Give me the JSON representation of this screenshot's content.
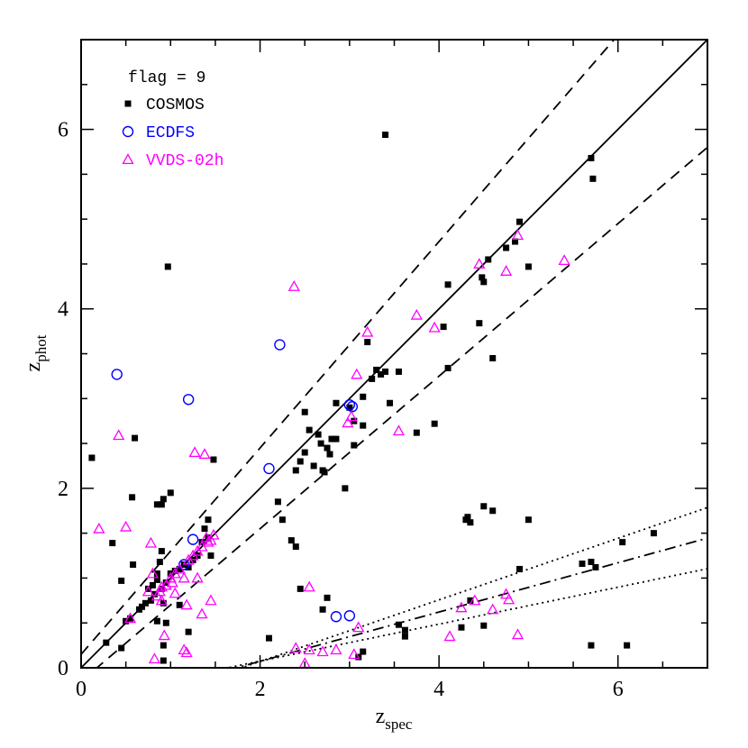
{
  "chart_data": {
    "type": "scatter",
    "xlabel": "z",
    "xlabel_sub": "spec",
    "ylabel": "z",
    "ylabel_sub": "phot",
    "xlim": [
      0,
      7
    ],
    "ylim": [
      0,
      7
    ],
    "xticks": [
      0,
      2,
      4,
      6
    ],
    "yticks": [
      0,
      2,
      4,
      6
    ],
    "grid": false,
    "legend": {
      "title": "flag = 9",
      "placement": "top-left"
    },
    "lines": [
      {
        "style": "solid",
        "slope": 1.0,
        "intercept": 0.0
      },
      {
        "style": "dashed",
        "slope": 1.15,
        "intercept": 0.15
      },
      {
        "style": "dashed",
        "slope": 0.85,
        "intercept": -0.15
      },
      {
        "style": "dash-dot",
        "slope": 0.2745,
        "intercept": -0.4765
      },
      {
        "style": "dotted",
        "slope": 0.3431,
        "intercept": -0.6157
      },
      {
        "style": "dotted",
        "slope": 0.2059,
        "intercept": -0.3373
      }
    ],
    "series": [
      {
        "name": "COSMOS",
        "marker": "filled-square",
        "color": "#000000",
        "points": [
          [
            0.12,
            2.34
          ],
          [
            0.6,
            2.56
          ],
          [
            0.97,
            4.47
          ],
          [
            0.57,
            1.9
          ],
          [
            0.85,
            1.82
          ],
          [
            0.9,
            1.82
          ],
          [
            0.92,
            1.88
          ],
          [
            1.0,
            1.95
          ],
          [
            1.48,
            2.32
          ],
          [
            0.35,
            1.39
          ],
          [
            0.45,
            0.97
          ],
          [
            0.58,
            1.15
          ],
          [
            0.88,
            1.18
          ],
          [
            0.75,
            0.88
          ],
          [
            0.8,
            0.92
          ],
          [
            0.85,
            0.98
          ],
          [
            0.95,
            0.95
          ],
          [
            1.0,
            1.05
          ],
          [
            1.05,
            1.08
          ],
          [
            1.1,
            1.1
          ],
          [
            1.15,
            1.15
          ],
          [
            1.2,
            1.12
          ],
          [
            1.25,
            1.2
          ],
          [
            1.3,
            1.25
          ],
          [
            1.35,
            1.4
          ],
          [
            1.42,
            1.45
          ],
          [
            1.38,
            1.55
          ],
          [
            1.42,
            1.65
          ],
          [
            1.45,
            1.25
          ],
          [
            0.68,
            0.68
          ],
          [
            0.72,
            0.72
          ],
          [
            0.78,
            0.75
          ],
          [
            0.82,
            0.82
          ],
          [
            0.9,
            0.88
          ],
          [
            0.92,
            0.72
          ],
          [
            0.65,
            0.65
          ],
          [
            0.55,
            0.55
          ],
          [
            0.5,
            0.52
          ],
          [
            0.85,
            0.52
          ],
          [
            0.95,
            0.5
          ],
          [
            0.28,
            0.28
          ],
          [
            0.45,
            0.22
          ],
          [
            0.92,
            0.25
          ],
          [
            0.92,
            0.08
          ],
          [
            1.2,
            0.4
          ],
          [
            1.1,
            0.7
          ],
          [
            0.85,
            1.05
          ],
          [
            0.9,
            1.3
          ],
          [
            2.1,
            0.33
          ],
          [
            2.2,
            1.85
          ],
          [
            2.25,
            1.65
          ],
          [
            2.35,
            1.42
          ],
          [
            2.4,
            1.35
          ],
          [
            2.45,
            0.88
          ],
          [
            2.4,
            2.2
          ],
          [
            2.45,
            2.3
          ],
          [
            2.5,
            2.4
          ],
          [
            2.55,
            2.65
          ],
          [
            2.5,
            2.85
          ],
          [
            2.6,
            2.25
          ],
          [
            2.65,
            2.6
          ],
          [
            2.68,
            2.5
          ],
          [
            2.7,
            2.2
          ],
          [
            2.72,
            2.18
          ],
          [
            2.75,
            2.45
          ],
          [
            2.78,
            2.38
          ],
          [
            2.8,
            2.55
          ],
          [
            2.85,
            2.55
          ],
          [
            2.85,
            2.95
          ],
          [
            2.7,
            0.65
          ],
          [
            2.75,
            0.78
          ],
          [
            2.95,
            2.0
          ],
          [
            3.0,
            2.9
          ],
          [
            3.05,
            2.75
          ],
          [
            3.05,
            2.48
          ],
          [
            3.15,
            3.02
          ],
          [
            3.15,
            2.7
          ],
          [
            3.2,
            3.63
          ],
          [
            3.25,
            3.22
          ],
          [
            3.3,
            3.32
          ],
          [
            3.35,
            3.27
          ],
          [
            3.4,
            3.3
          ],
          [
            3.4,
            5.94
          ],
          [
            3.45,
            2.95
          ],
          [
            3.55,
            3.3
          ],
          [
            3.55,
            0.48
          ],
          [
            3.62,
            0.42
          ],
          [
            3.62,
            0.35
          ],
          [
            3.15,
            0.18
          ],
          [
            3.1,
            0.12
          ],
          [
            3.75,
            2.62
          ],
          [
            3.95,
            2.72
          ],
          [
            4.05,
            3.8
          ],
          [
            4.1,
            4.27
          ],
          [
            4.1,
            3.34
          ],
          [
            4.3,
            1.65
          ],
          [
            4.32,
            1.68
          ],
          [
            4.35,
            1.62
          ],
          [
            4.45,
            3.84
          ],
          [
            4.48,
            4.35
          ],
          [
            4.5,
            4.3
          ],
          [
            4.5,
            1.8
          ],
          [
            4.55,
            4.55
          ],
          [
            4.6,
            1.75
          ],
          [
            4.6,
            3.45
          ],
          [
            4.75,
            4.68
          ],
          [
            4.85,
            4.75
          ],
          [
            4.9,
            4.97
          ],
          [
            5.0,
            4.47
          ],
          [
            5.0,
            1.65
          ],
          [
            4.9,
            1.1
          ],
          [
            4.5,
            0.47
          ],
          [
            4.35,
            0.75
          ],
          [
            4.25,
            0.45
          ],
          [
            5.6,
            1.16
          ],
          [
            5.7,
            1.18
          ],
          [
            5.75,
            1.12
          ],
          [
            5.7,
            0.25
          ],
          [
            6.1,
            0.25
          ],
          [
            6.05,
            1.4
          ],
          [
            6.4,
            1.5
          ],
          [
            5.7,
            5.68
          ],
          [
            5.72,
            5.45
          ]
        ]
      },
      {
        "name": "ECDFS",
        "marker": "open-circle",
        "color": "#0000ff",
        "points": [
          [
            0.4,
            3.27
          ],
          [
            1.2,
            2.99
          ],
          [
            1.25,
            1.43
          ],
          [
            2.1,
            2.22
          ],
          [
            2.22,
            3.6
          ],
          [
            3.0,
            2.93
          ],
          [
            3.03,
            2.91
          ],
          [
            2.85,
            0.57
          ],
          [
            3.0,
            0.58
          ],
          [
            1.15,
            1.15
          ]
        ]
      },
      {
        "name": "VVDS-02h",
        "marker": "open-triangle",
        "color": "#ff00ff",
        "points": [
          [
            0.42,
            2.59
          ],
          [
            0.2,
            1.55
          ],
          [
            0.5,
            1.57
          ],
          [
            0.78,
            1.39
          ],
          [
            0.55,
            0.55
          ],
          [
            0.8,
            1.05
          ],
          [
            0.85,
            0.8
          ],
          [
            0.88,
            0.85
          ],
          [
            0.9,
            0.9
          ],
          [
            0.95,
            0.92
          ],
          [
            1.0,
            1.0
          ],
          [
            1.02,
            0.95
          ],
          [
            1.05,
            1.05
          ],
          [
            1.1,
            1.1
          ],
          [
            1.15,
            1.0
          ],
          [
            1.2,
            1.2
          ],
          [
            1.25,
            1.25
          ],
          [
            1.3,
            1.3
          ],
          [
            1.35,
            1.35
          ],
          [
            1.4,
            1.45
          ],
          [
            1.42,
            1.4
          ],
          [
            1.45,
            1.42
          ],
          [
            1.48,
            1.48
          ],
          [
            1.35,
            0.6
          ],
          [
            1.45,
            0.75
          ],
          [
            1.3,
            1.0
          ],
          [
            1.18,
            0.7
          ],
          [
            1.15,
            0.2
          ],
          [
            1.18,
            0.17
          ],
          [
            0.82,
            0.1
          ],
          [
            0.93,
            0.36
          ],
          [
            0.75,
            0.85
          ],
          [
            0.9,
            0.75
          ],
          [
            1.05,
            0.83
          ],
          [
            1.27,
            2.4
          ],
          [
            1.38,
            2.38
          ],
          [
            2.38,
            4.25
          ],
          [
            2.55,
            0.9
          ],
          [
            2.4,
            0.22
          ],
          [
            2.5,
            0.05
          ],
          [
            2.55,
            0.2
          ],
          [
            2.7,
            0.18
          ],
          [
            2.85,
            0.2
          ],
          [
            2.98,
            2.73
          ],
          [
            3.02,
            2.8
          ],
          [
            3.08,
            3.27
          ],
          [
            3.1,
            0.45
          ],
          [
            3.2,
            3.74
          ],
          [
            3.55,
            2.64
          ],
          [
            3.75,
            3.93
          ],
          [
            3.95,
            3.79
          ],
          [
            4.25,
            0.67
          ],
          [
            4.4,
            0.75
          ],
          [
            4.45,
            4.5
          ],
          [
            4.6,
            0.65
          ],
          [
            4.75,
            4.42
          ],
          [
            4.75,
            0.82
          ],
          [
            4.78,
            0.76
          ],
          [
            4.88,
            4.82
          ],
          [
            4.88,
            0.37
          ],
          [
            5.4,
            4.54
          ],
          [
            4.12,
            0.35
          ],
          [
            3.05,
            0.15
          ]
        ]
      }
    ]
  }
}
